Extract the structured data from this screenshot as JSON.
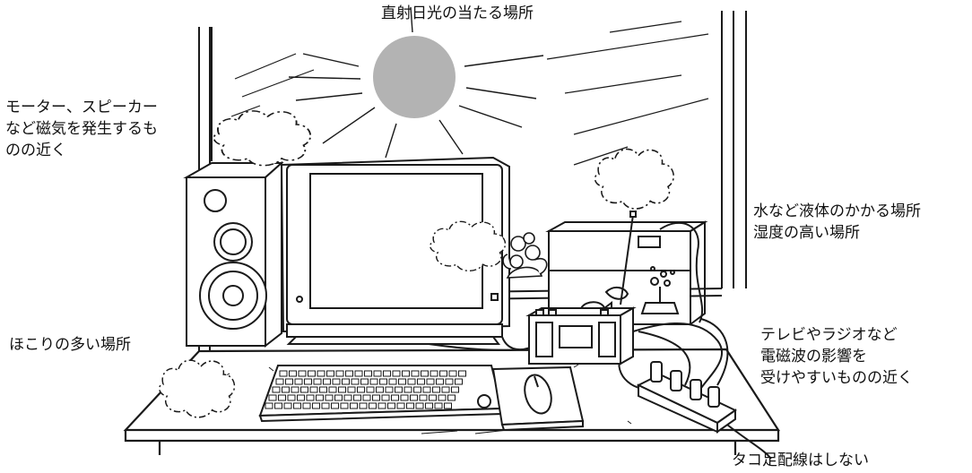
{
  "labels": {
    "sunlight": "直射日光の当たる場所",
    "magnetic": [
      "モーター、スピーカー",
      "など磁気を発生するも",
      "のの近く"
    ],
    "liquid": [
      "水など液体のかかる場所",
      "湿度の高い場所"
    ],
    "dust": "ほこりの多い場所",
    "electromagnetic": [
      "テレビやラジオなど",
      "電磁波の影響を",
      "受けやすいものの近く"
    ],
    "octopus_wiring": "タコ足配線はしない"
  },
  "colors": {
    "line": "#1a1a1a",
    "sun_fill": "#b3b3b3",
    "background": "#ffffff"
  },
  "icons": [
    "sun-icon",
    "speaker-icon",
    "monitor-icon",
    "keyboard-icon",
    "mouse-icon",
    "radio-icon",
    "fish-tank-icon",
    "flower-pot-icon",
    "power-strip-icon",
    "dust-cloud-icon"
  ]
}
